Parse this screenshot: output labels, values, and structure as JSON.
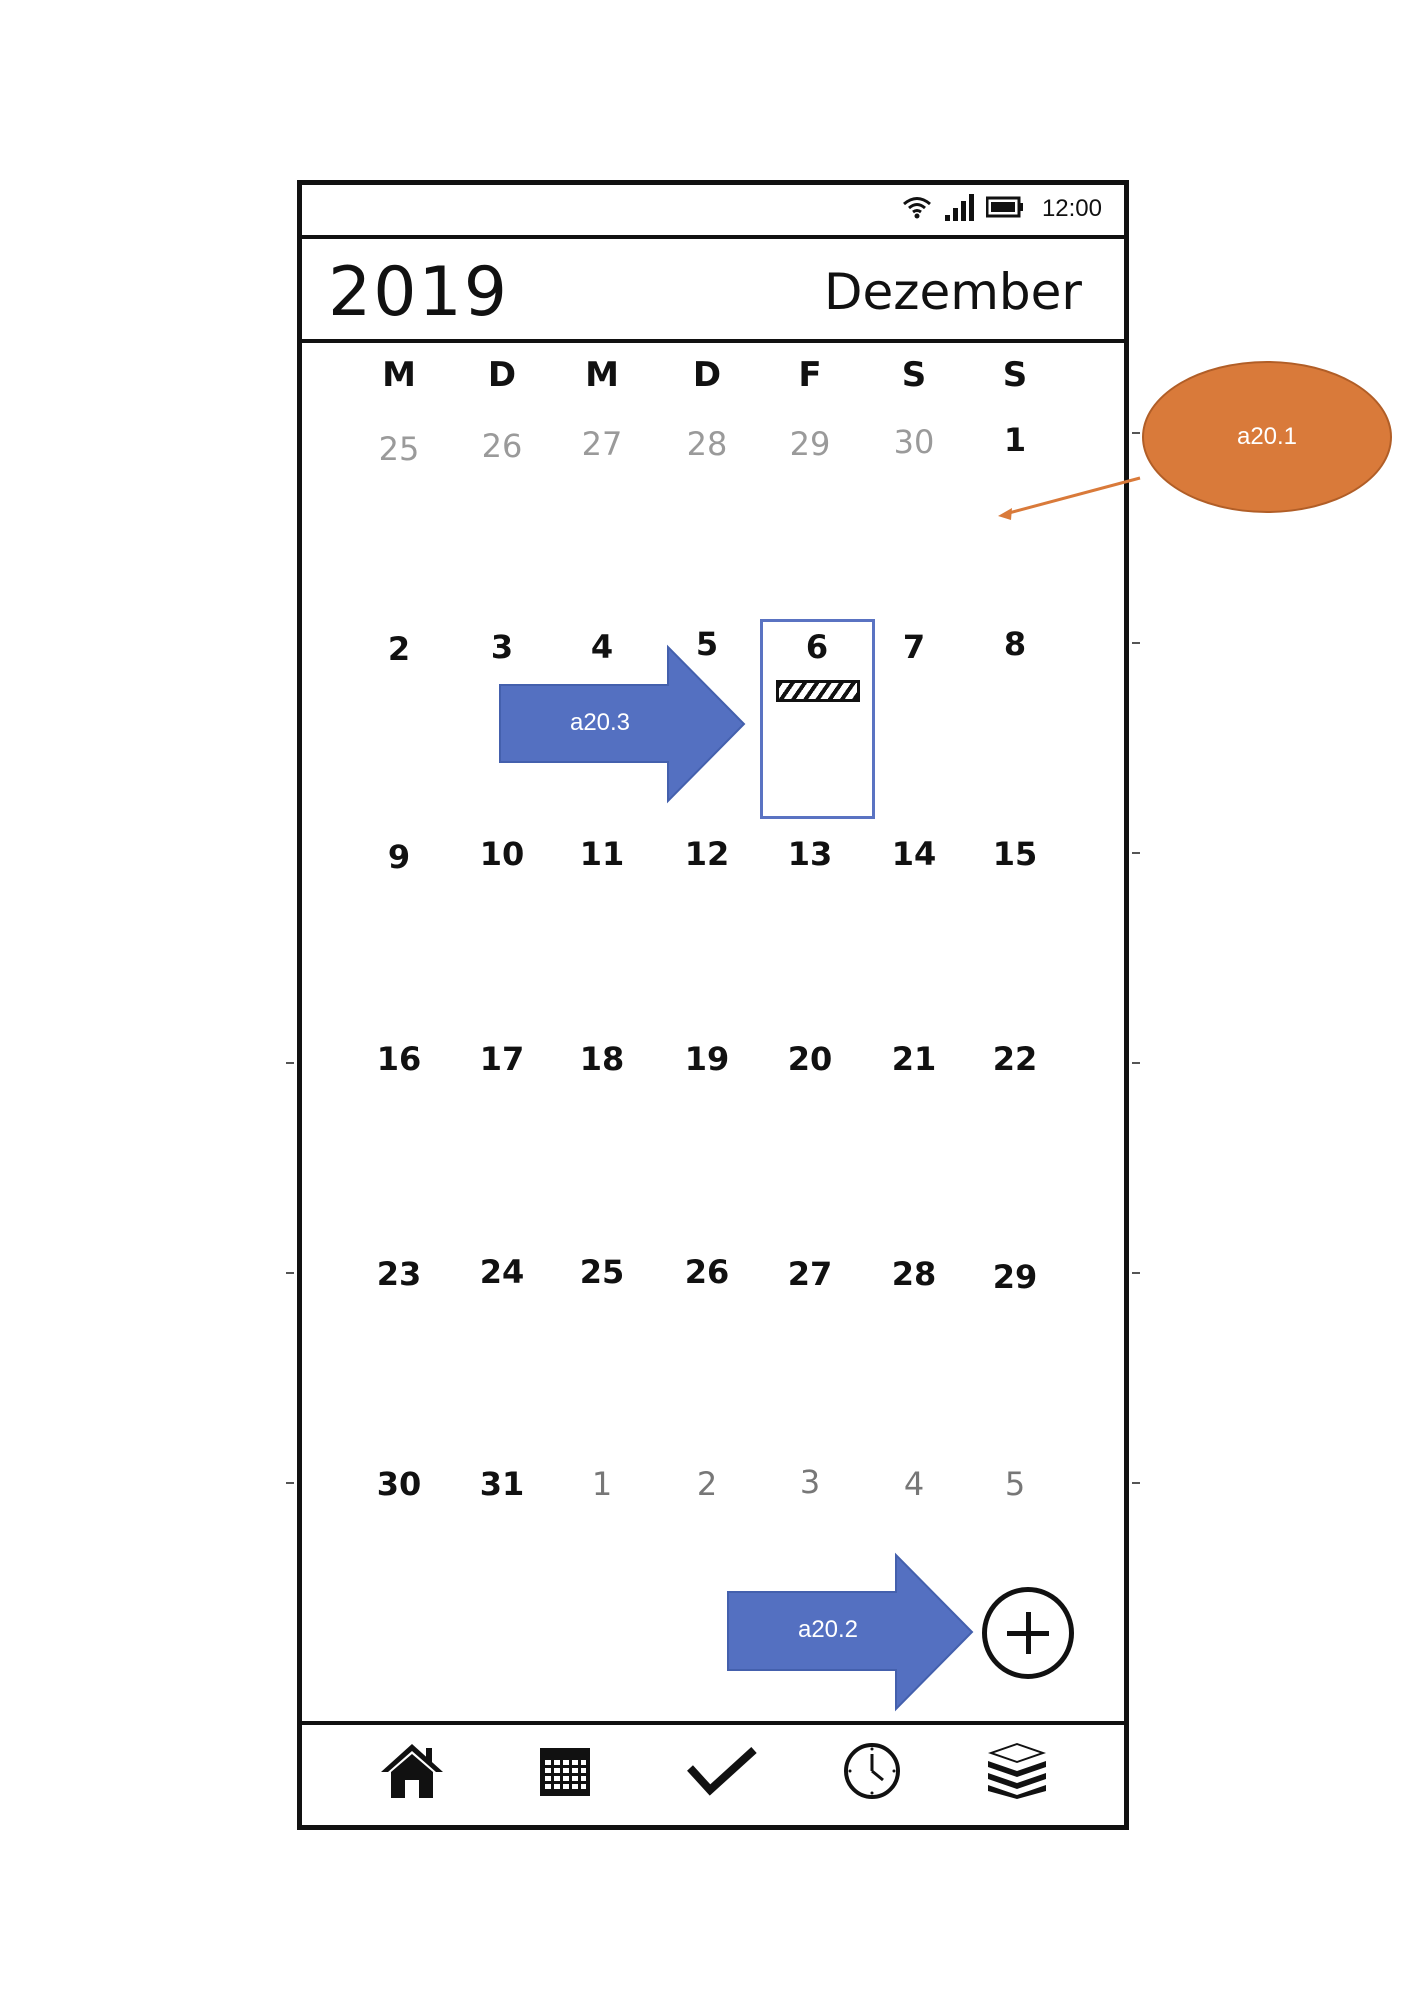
{
  "status_bar": {
    "time": "12:00",
    "icons": [
      "wifi-icon",
      "signal-icon",
      "battery-icon"
    ]
  },
  "header": {
    "year": "2019",
    "month": "Dezember"
  },
  "calendar": {
    "weekdays": [
      "M",
      "D",
      "M",
      "D",
      "F",
      "S",
      "S"
    ],
    "weeks": [
      [
        "25",
        "26",
        "27",
        "28",
        "29",
        "30",
        "1"
      ],
      [
        "2",
        "3",
        "4",
        "5",
        "6",
        "7",
        "8"
      ],
      [
        "9",
        "10",
        "11",
        "12",
        "13",
        "14",
        "15"
      ],
      [
        "16",
        "17",
        "18",
        "19",
        "20",
        "21",
        "22"
      ],
      [
        "23",
        "24",
        "25",
        "26",
        "27",
        "28",
        "29"
      ],
      [
        "30",
        "31",
        "1",
        "2",
        "3",
        "4",
        "5"
      ]
    ],
    "selected_day": "6"
  },
  "bottom_nav": {
    "items": [
      "home-icon",
      "calendar-icon",
      "checkmark-icon",
      "clock-icon",
      "stack-books-icon"
    ]
  },
  "annotations": {
    "a1": "a20.1",
    "a2": "a20.2",
    "a3": "a20.3"
  },
  "colors": {
    "annotation_orange": "#d97a3a",
    "annotation_blue": "#5470c1",
    "selection_blue": "#5a73c2"
  }
}
